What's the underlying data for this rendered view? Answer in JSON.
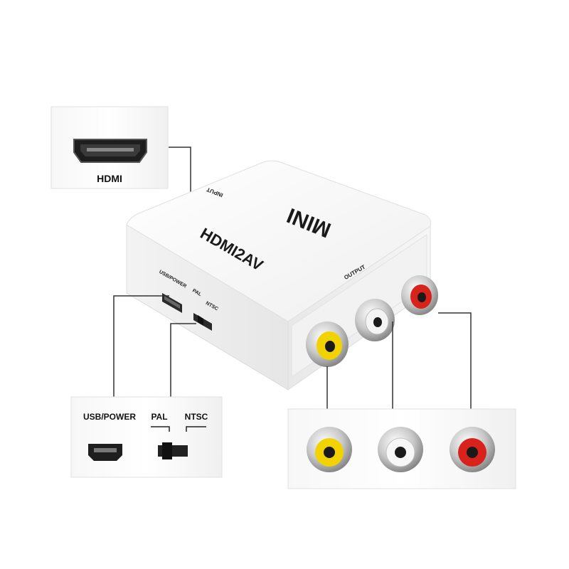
{
  "hdmi_panel": {
    "label": "HDMI"
  },
  "device": {
    "brand": "MINI",
    "model": "HDMI2AV",
    "input_label": "INPUT",
    "output_label": "OUTPUT",
    "usb_power_label": "USB/POWER",
    "pal_label": "PAL",
    "ntsc_label": "NTSC"
  },
  "switch_panel": {
    "usb_power_label": "USB/POWER",
    "pal_label": "PAL",
    "ntsc_label": "NTSC"
  },
  "rca_colors": {
    "yellow": "#f2d200",
    "white": "#f4f4f4",
    "red": "#d8231c"
  },
  "icons": [
    "hdmi-port-icon",
    "mini-usb-port-icon",
    "slide-switch-icon",
    "rca-yellow-icon",
    "rca-white-icon",
    "rca-red-icon"
  ]
}
